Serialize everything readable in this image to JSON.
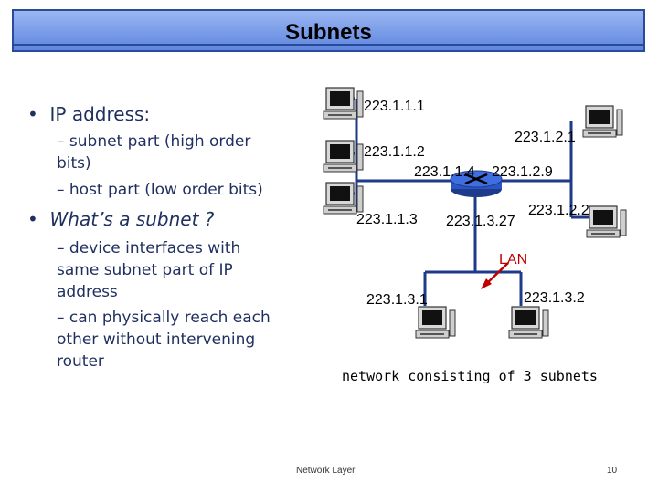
{
  "title": "Subnets",
  "bullets": {
    "b1": "IP address:",
    "b1_sub1": "– subnet part (high order bits)",
    "b1_sub2": "– host part (low order bits)",
    "b2": "What’s a subnet ?",
    "b2_sub1": "– device interfaces with same subnet part of IP address",
    "b2_sub2": "– can physically reach each other without intervening router"
  },
  "diagram": {
    "labels": {
      "ip_1_1_1": "223.1.1.1",
      "ip_1_1_2": "223.1.1.2",
      "ip_1_1_3": "223.1.1.3",
      "ip_1_1_4": "223.1.1.4",
      "ip_1_2_1": "223.1.2.1",
      "ip_1_2_9": "223.1.2.9",
      "ip_1_2_2": "223.1.2.2",
      "ip_1_3_27": "223.1.3.27",
      "ip_1_3_1": "223.1.3.1",
      "ip_1_3_2": "223.1.3.2",
      "lan": "LAN"
    },
    "caption": "network consisting of 3 subnets"
  },
  "footer": {
    "left": "Network Layer",
    "page": "10"
  },
  "colors": {
    "header_top": "#9ab6f2",
    "header_bottom": "#5f86df",
    "bullet_text": "#1f2f5f",
    "link": "#1e3a8a",
    "router": "#1e40af",
    "lan_arrow": "#c00000"
  }
}
